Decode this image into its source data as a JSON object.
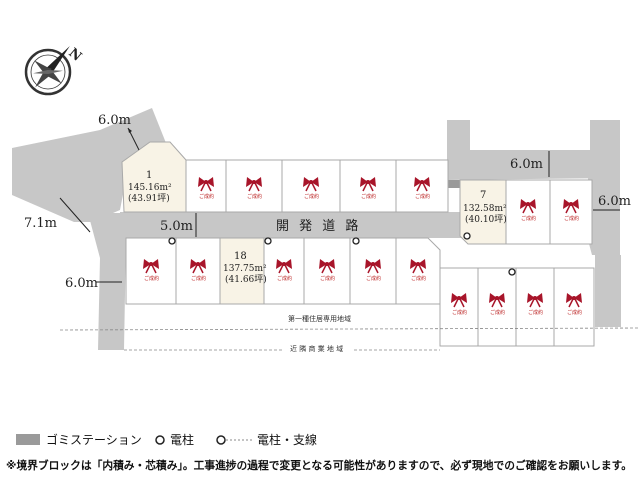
{
  "compass": {
    "north_label": "N"
  },
  "road_widths": {
    "upper_left": "6.0m",
    "left_mid": "7.1m",
    "lower_left": "6.0m",
    "main_road": "5.0m",
    "upper_right": "6.0m",
    "right": "6.0m"
  },
  "road_name": "開 発 道 路",
  "lots": [
    {
      "no": "1",
      "area_m2": "145.16m²",
      "area_tsubo": "(43.91坪)"
    },
    {
      "no": "7",
      "area_m2": "132.58m²",
      "area_tsubo": "(40.10坪)"
    },
    {
      "no": "18",
      "area_m2": "137.75m²",
      "area_tsubo": "(41.66坪)"
    }
  ],
  "sold_label": "ご成約",
  "zones": {
    "residential": "第一種住居専用地域",
    "commercial": "近 隣 商 業 地 域"
  },
  "legend": {
    "garbage_station": "ゴミステーション",
    "utility_pole": "電柱",
    "pole_and_guy": "電柱・支線"
  },
  "note": "※境界ブロックは「内積み・芯積み」。工事進捗の過程で変更となる可能性がありますので、必ず現地でのご確認をお願いします。",
  "colors": {
    "road": "#c7c7c7",
    "sold_mark": "#a8152a",
    "selected_lot": "#f8f3e6"
  }
}
